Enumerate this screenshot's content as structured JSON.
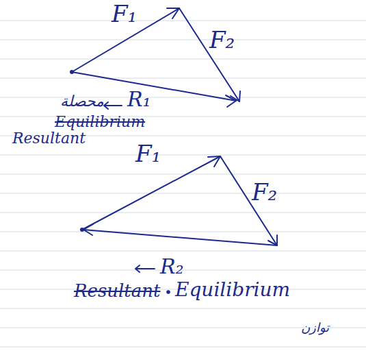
{
  "diagram": {
    "labels": [
      "F₁",
      "F₂",
      "محصلة",
      "R₁",
      "Equilibrium",
      "Resultant",
      "F₁",
      "F₂",
      "R₂",
      "Resultant",
      "Equilibrium",
      "توازن"
    ]
  }
}
